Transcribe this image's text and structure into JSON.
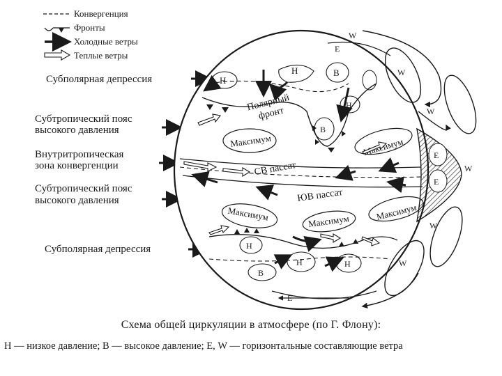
{
  "legend": {
    "convergence": "Конвергенция",
    "fronts": "Фронты",
    "cold_winds": "Холодные ветры",
    "warm_winds": "Теплые ветры"
  },
  "zones": {
    "subpolar_north": "Субполярная депрессия",
    "subtropic_north_1": "Субтропический пояс",
    "subtropic_north_2": "высокого давления",
    "itcz_1": "Внутритропическая",
    "itcz_2": "зона конвергенции",
    "subtropic_south_1": "Субтропический пояс",
    "subtropic_south_2": "высокого давления",
    "subpolar_south": "Субполярная депрессия"
  },
  "inner": {
    "low": "Н",
    "high": "В",
    "polar_front_1": "Полярный",
    "polar_front_2": "фронт",
    "maximum": "Максимум",
    "ne_trade": "СВ пассат",
    "se_trade": "ЮВ пассат",
    "east": "Е",
    "west": "W"
  },
  "caption": "Схема общей циркуляции в атмосфере (по Г. Флону):",
  "note": "Н — низкое давление; В — высокое давление; Е, W — горизонтальные составляющие ветра"
}
